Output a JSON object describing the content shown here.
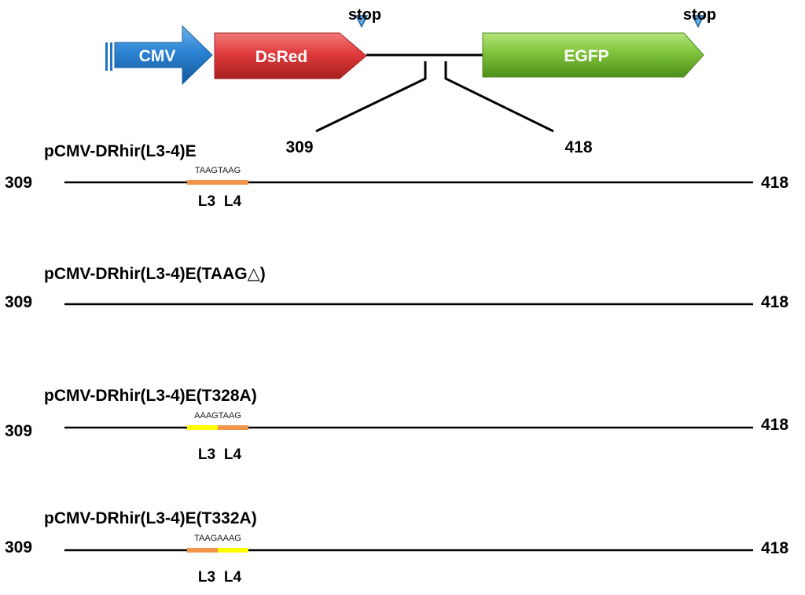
{
  "header": {
    "promoter_label": "CMV",
    "gene1_label": "DsRed",
    "gene2_label": "EGFP",
    "stop_label_1": "stop",
    "stop_label_2": "stop",
    "zoom_start": "309",
    "zoom_end": "418"
  },
  "constructs": [
    {
      "title": "pCMV-DRhir(L3-4)E",
      "start": "309",
      "end": "418",
      "sequence": "TAAGTAAG",
      "segments": [
        {
          "label": "L3",
          "color": "#f0954a"
        },
        {
          "label": "L4",
          "color": "#f0954a"
        }
      ]
    },
    {
      "title": "pCMV-DRhir(L3-4)E(TAAG△)",
      "start": "309",
      "end": "418",
      "sequence": "",
      "segments": []
    },
    {
      "title": "pCMV-DRhir(L3-4)E(T328A)",
      "start": "309",
      "end": "418",
      "sequence": "AAAGTAAG",
      "segments": [
        {
          "label": "L3",
          "color": "#ffff00"
        },
        {
          "label": "L4",
          "color": "#f0954a"
        }
      ]
    },
    {
      "title": "pCMV-DRhir(L3-4)E(T332A)",
      "start": "309",
      "end": "418",
      "sequence": "TAAGAAAG",
      "segments": [
        {
          "label": "L3",
          "color": "#f0954a"
        },
        {
          "label": "L4",
          "color": "#ffff00"
        }
      ]
    }
  ],
  "colors": {
    "cmv": "#1f74c4",
    "dsred": "#e0393b",
    "egfp": "#7dc23a",
    "stop_marker": "#3a8fd0",
    "line": "#000000"
  }
}
